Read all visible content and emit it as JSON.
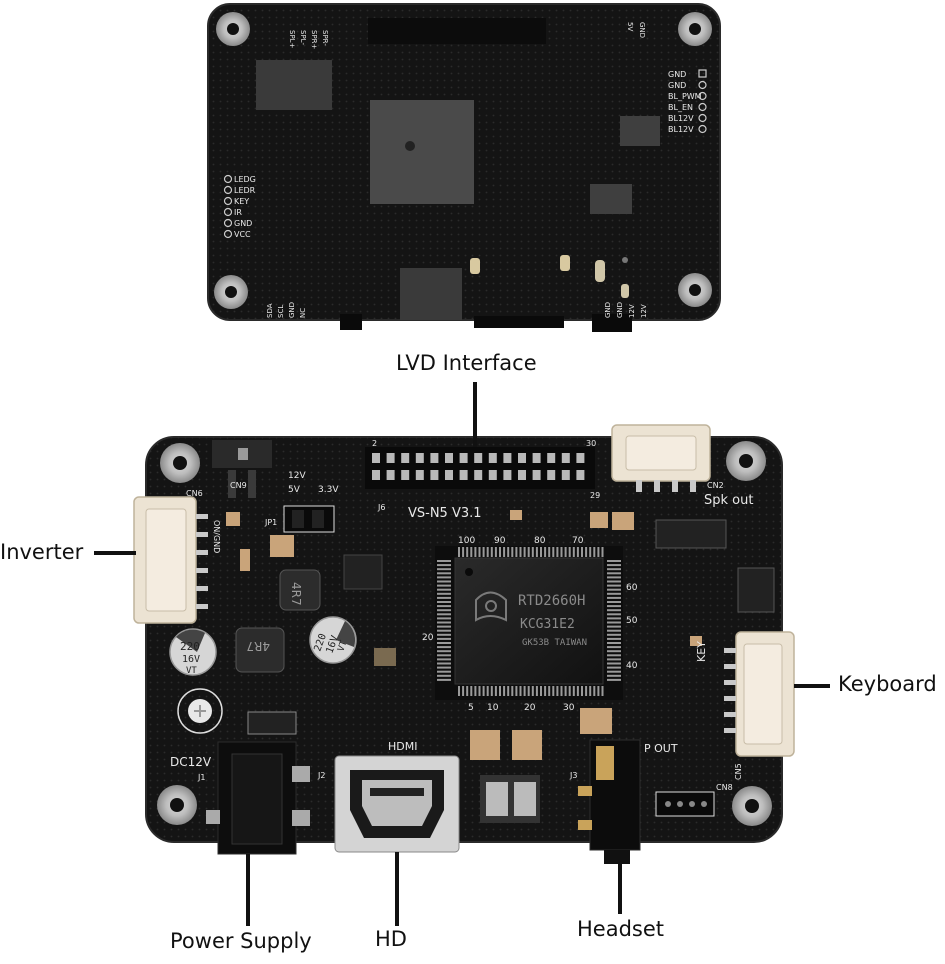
{
  "callouts": {
    "lvds": "LVD Interface",
    "inverter": "Inverter",
    "keyboard": "Keyboard",
    "power": "Power Supply",
    "hd": "HD",
    "headset": "Headset"
  },
  "back_board": {
    "top_labels": [
      "SPR-",
      "SPR+",
      "SPL-",
      "SPL+"
    ],
    "top_right_labels": [
      "5V",
      "GND"
    ],
    "right_header": [
      "GND",
      "GND",
      "BL_PWM",
      "BL_EN",
      "BL12V",
      "BL12V"
    ],
    "left_header": [
      "LEDG",
      "LEDR",
      "KEY",
      "IR",
      "GND",
      "VCC"
    ],
    "bottom_left_labels": [
      "SDA",
      "SCL",
      "GND",
      "NC"
    ],
    "bottom_right_labels": [
      "GND",
      "GND",
      "12V",
      "12V"
    ]
  },
  "front_board": {
    "model": "VS-N5  V3.1",
    "chip_line1": "RTD2660H",
    "chip_line2": "KCG31E2",
    "chip_line3": "GK53B TAIWAN",
    "chip_pin_labels": [
      "100",
      "90",
      "80",
      "70",
      "5",
      "10",
      "20",
      "30",
      "40",
      "50",
      "60",
      "20"
    ],
    "cap_left": [
      "220",
      "16V",
      "VT"
    ],
    "cap_right": [
      "220",
      "16V",
      "VT"
    ],
    "inductor": "4R7",
    "labels": {
      "dc12v": "DC12V",
      "j1": "J1",
      "j2": "J2",
      "j3": "J3",
      "j6": "J6",
      "hdmi": "HDMI",
      "p_out": "P OUT",
      "spk_out": "Spk  out",
      "cn2": "CN2",
      "cn5": "CN5",
      "cn6": "CN6",
      "cn8": "CN8",
      "cn9": "CN9",
      "jp1": "JP1",
      "key": "KEY",
      "v12": "12V",
      "v5": "5V",
      "v33": "3.3V",
      "pin2": "2",
      "pin29": "29",
      "pin30": "30",
      "inv_pins": "ON/GND"
    }
  },
  "colors": {
    "pcb": "#141414",
    "pcb_edge": "#2a2a2a",
    "silk": "#e9e9e9",
    "connector": "#ece3d3",
    "gold": "#c9a35a",
    "background": "#ffffff"
  }
}
